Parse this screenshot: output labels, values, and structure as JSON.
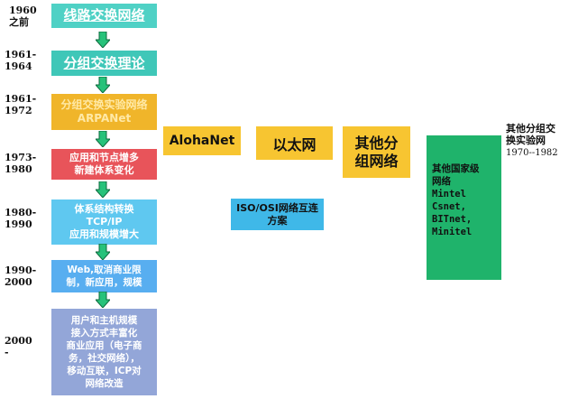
{
  "timeline": [
    {
      "year": "1960\n之前",
      "stage": "线路交换网络",
      "color": "#4fd1c5"
    },
    {
      "year": "1961-\n1964",
      "stage": "分组交换理论",
      "color": "#3fc7b8"
    },
    {
      "year": "1961-\n1972",
      "stage": "分组交换实验网络ARPANet",
      "color": "#f0b52a"
    },
    {
      "year": "1973-\n1980",
      "stage": "应用和节点增多\n新建体系变化",
      "color": "#e8545a"
    },
    {
      "year": "1980-\n1990",
      "stage": "体系结构转换\nTCP/IP\n应用和规模增大",
      "color": "#5fc8f0"
    },
    {
      "year": "1990-\n2000",
      "stage": "Web,取消商业限\n制，新应用，规模",
      "color": "#58aef0"
    },
    {
      "year": "2000\n-",
      "stage": "用户和主机规模\n接入方式丰富化\n商业应用（电子商\n务，社交网络），\n移动互联，ICP对\n网络改造",
      "color": "#93a6d8"
    }
  ],
  "side_boxes": {
    "alohanet": "AlohaNet",
    "ethernet": "以太网",
    "other_packet": "其他分\n组网络",
    "iso_osi": "ISO/OSI网络互连\n方案",
    "national_nets": "其他国家级\n网络\nMintel\nCsnet,\nBITnet,\nMinitel"
  },
  "side_title": {
    "label": "其他分组交\n换实验网",
    "years": "1970--1982"
  },
  "colors": {
    "arrow": "#27c27a",
    "arrow_stroke": "#0f6b3f",
    "yellow": "#f7c531",
    "iso": "#3fb8e8",
    "green": "#1fb36b"
  }
}
